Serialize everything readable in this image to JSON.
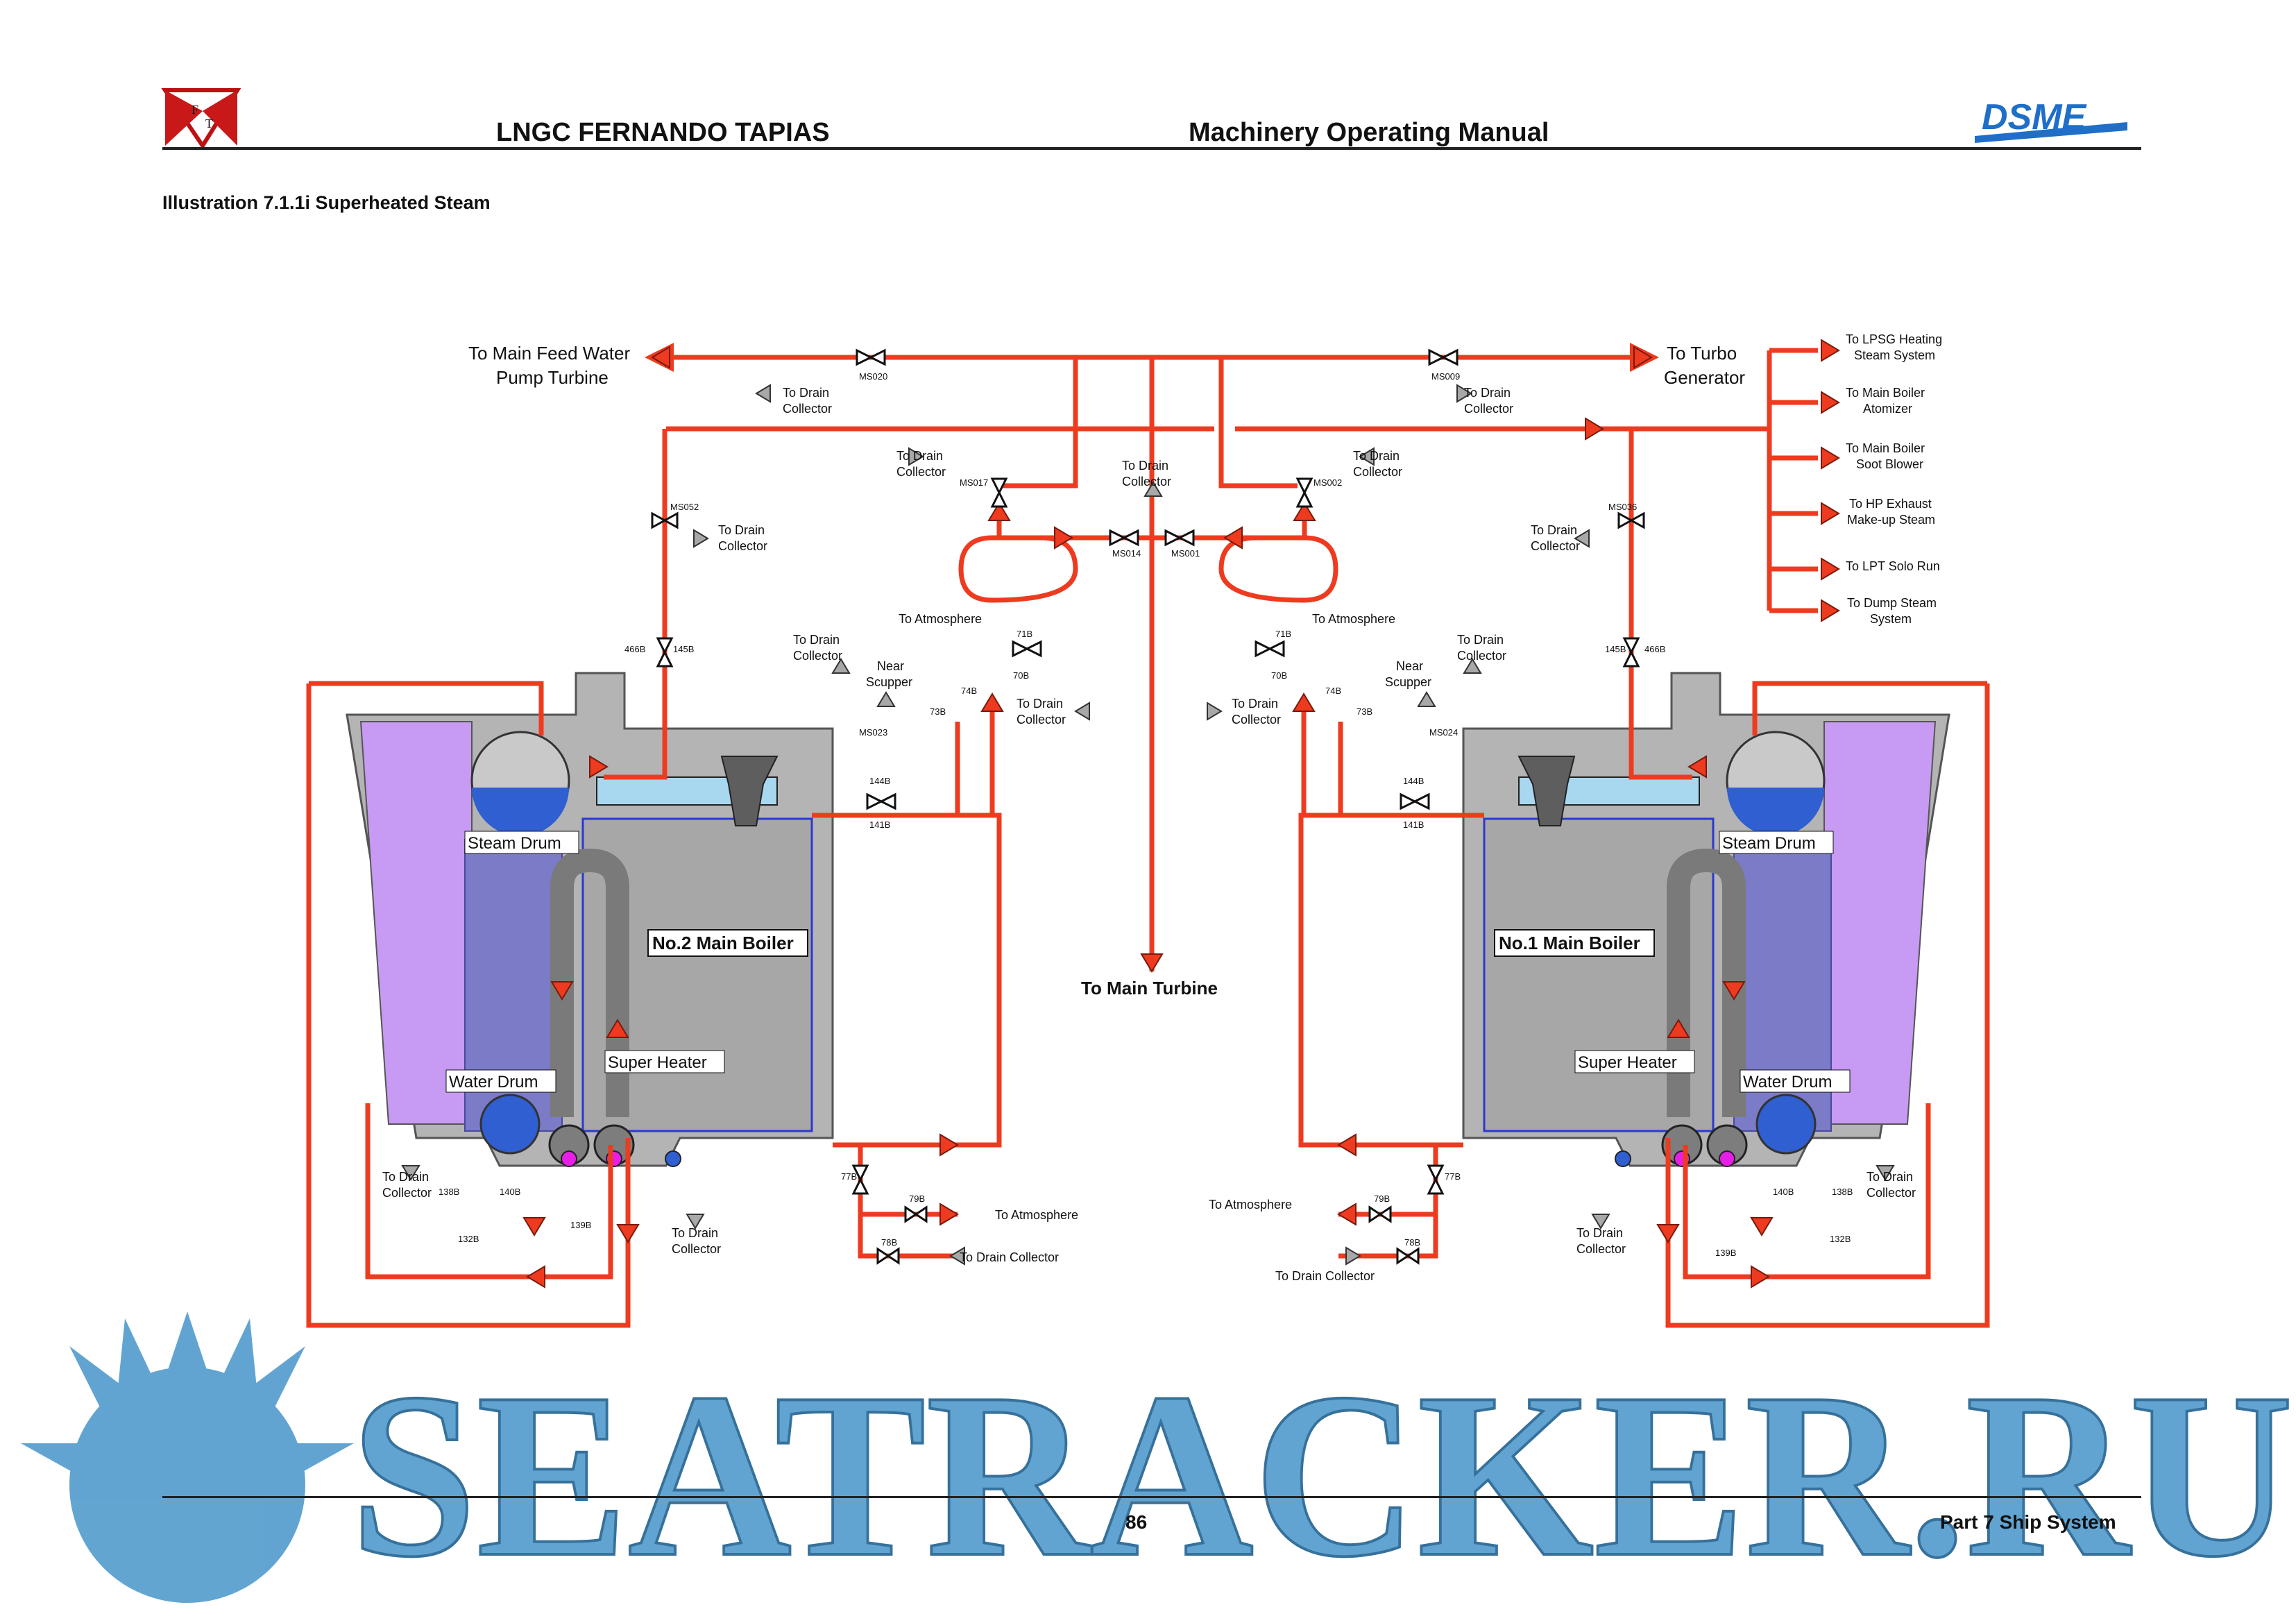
{
  "header": {
    "ship_name": "LNGC FERNANDO TAPIAS",
    "manual_title": "Machinery Operating Manual",
    "flag_letters": [
      "F",
      "T"
    ],
    "logo_text": "DSME"
  },
  "illustration": {
    "title": "Illustration 7.1.1i Superheated Steam"
  },
  "colors": {
    "steam_line": "#ee3b1f",
    "drain_arrow": "#999999",
    "boiler_casing": "#b4b4b4",
    "boiler_insulation": "#c79af3",
    "drum_water": "#2f5fd0",
    "generating_tubes": "#7b7bc8",
    "superheater": "#8a8a8a",
    "header_magenta": "#e61ee6",
    "watermark": "#5aa0cf"
  },
  "labels": {
    "to_main_feed_water_pump_turbine": [
      "To Main Feed Water",
      "Pump Turbine"
    ],
    "to_turbo_generator": [
      "To Turbo",
      "Generator"
    ],
    "to_lpsg_heating": [
      "To LPSG Heating",
      "Steam System"
    ],
    "to_main_boiler_atomizer": [
      "To Main Boiler",
      "Atomizer"
    ],
    "to_main_boiler_soot_blower": [
      "To Main Boiler",
      "Soot Blower"
    ],
    "to_hp_exhaust": [
      "To HP Exhaust",
      "Make-up Steam"
    ],
    "to_lpt_solo_run": "To LPT Solo Run",
    "to_dump_steam": [
      "To Dump Steam",
      "System"
    ],
    "to_drain_collector": [
      "To Drain",
      "Collector"
    ],
    "to_drain_collector_one_line": "To Drain Collector",
    "to_atmosphere": "To Atmosphere",
    "near_scupper": [
      "Near",
      "Scupper"
    ],
    "to_main_turbine": "To Main Turbine",
    "no2_main_boiler": "No.2 Main Boiler",
    "no1_main_boiler": "No.1 Main Boiler",
    "steam_drum": "Steam Drum",
    "water_drum": "Water Drum",
    "super_heater": "Super Heater"
  },
  "valves": {
    "ms020": "MS020",
    "ms009": "MS009",
    "ms017": "MS017",
    "ms002": "MS002",
    "ms014": "MS014",
    "ms001": "MS001",
    "ms052": "MS052",
    "ms036": "MS036",
    "ms023": "MS023",
    "ms024": "MS024",
    "v466b": "466B",
    "v145b": "145B",
    "v71b": "71B",
    "v70b": "70B",
    "v73b": "73B",
    "v74b": "74B",
    "v144b": "144B",
    "v141b": "141B",
    "v138b": "138B",
    "v140b": "140B",
    "v139b": "139B",
    "v132b": "132B",
    "v77b": "77B",
    "v79b": "79B",
    "v78b": "78B"
  },
  "footer": {
    "page_number": "86",
    "section": "Part 7 Ship System"
  },
  "watermark": {
    "text": "SEATRACKER.RU"
  }
}
